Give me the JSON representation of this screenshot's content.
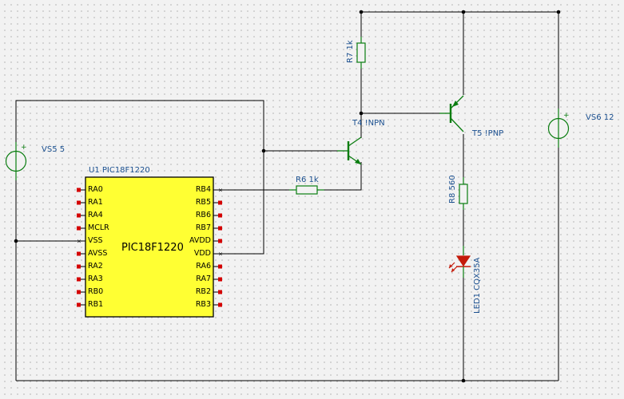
{
  "components": {
    "u1": {
      "ref": "U1 PIC18F1220",
      "part": "PIC18F1220",
      "left_pins": [
        "RA0",
        "RA1",
        "RA4",
        "MCLR",
        "VSS",
        "AVSS",
        "RA2",
        "RA3",
        "RB0",
        "RB1"
      ],
      "right_pins": [
        "RB4",
        "RB5",
        "RB6",
        "RB7",
        "AVDD",
        "VDD",
        "RA6",
        "RA7",
        "RB2",
        "RB3"
      ]
    },
    "vs5": {
      "label": "VS5 5"
    },
    "vs6": {
      "label": "VS6 12"
    },
    "r7": {
      "label": "R7 1k"
    },
    "r6": {
      "label": "R6 1k"
    },
    "r8": {
      "label": "R8 560"
    },
    "t4": {
      "label": "T4 !NPN"
    },
    "t5": {
      "label": "T5 !PNP"
    },
    "led1": {
      "label": "LED1 CQX35A"
    }
  },
  "colors": {
    "wire": "#000000",
    "component": "#0a7d10",
    "label": "#1a4f8f",
    "chip_fill": "#ffff33",
    "pin_marker": "#d40000",
    "led": "#c41a0a"
  }
}
